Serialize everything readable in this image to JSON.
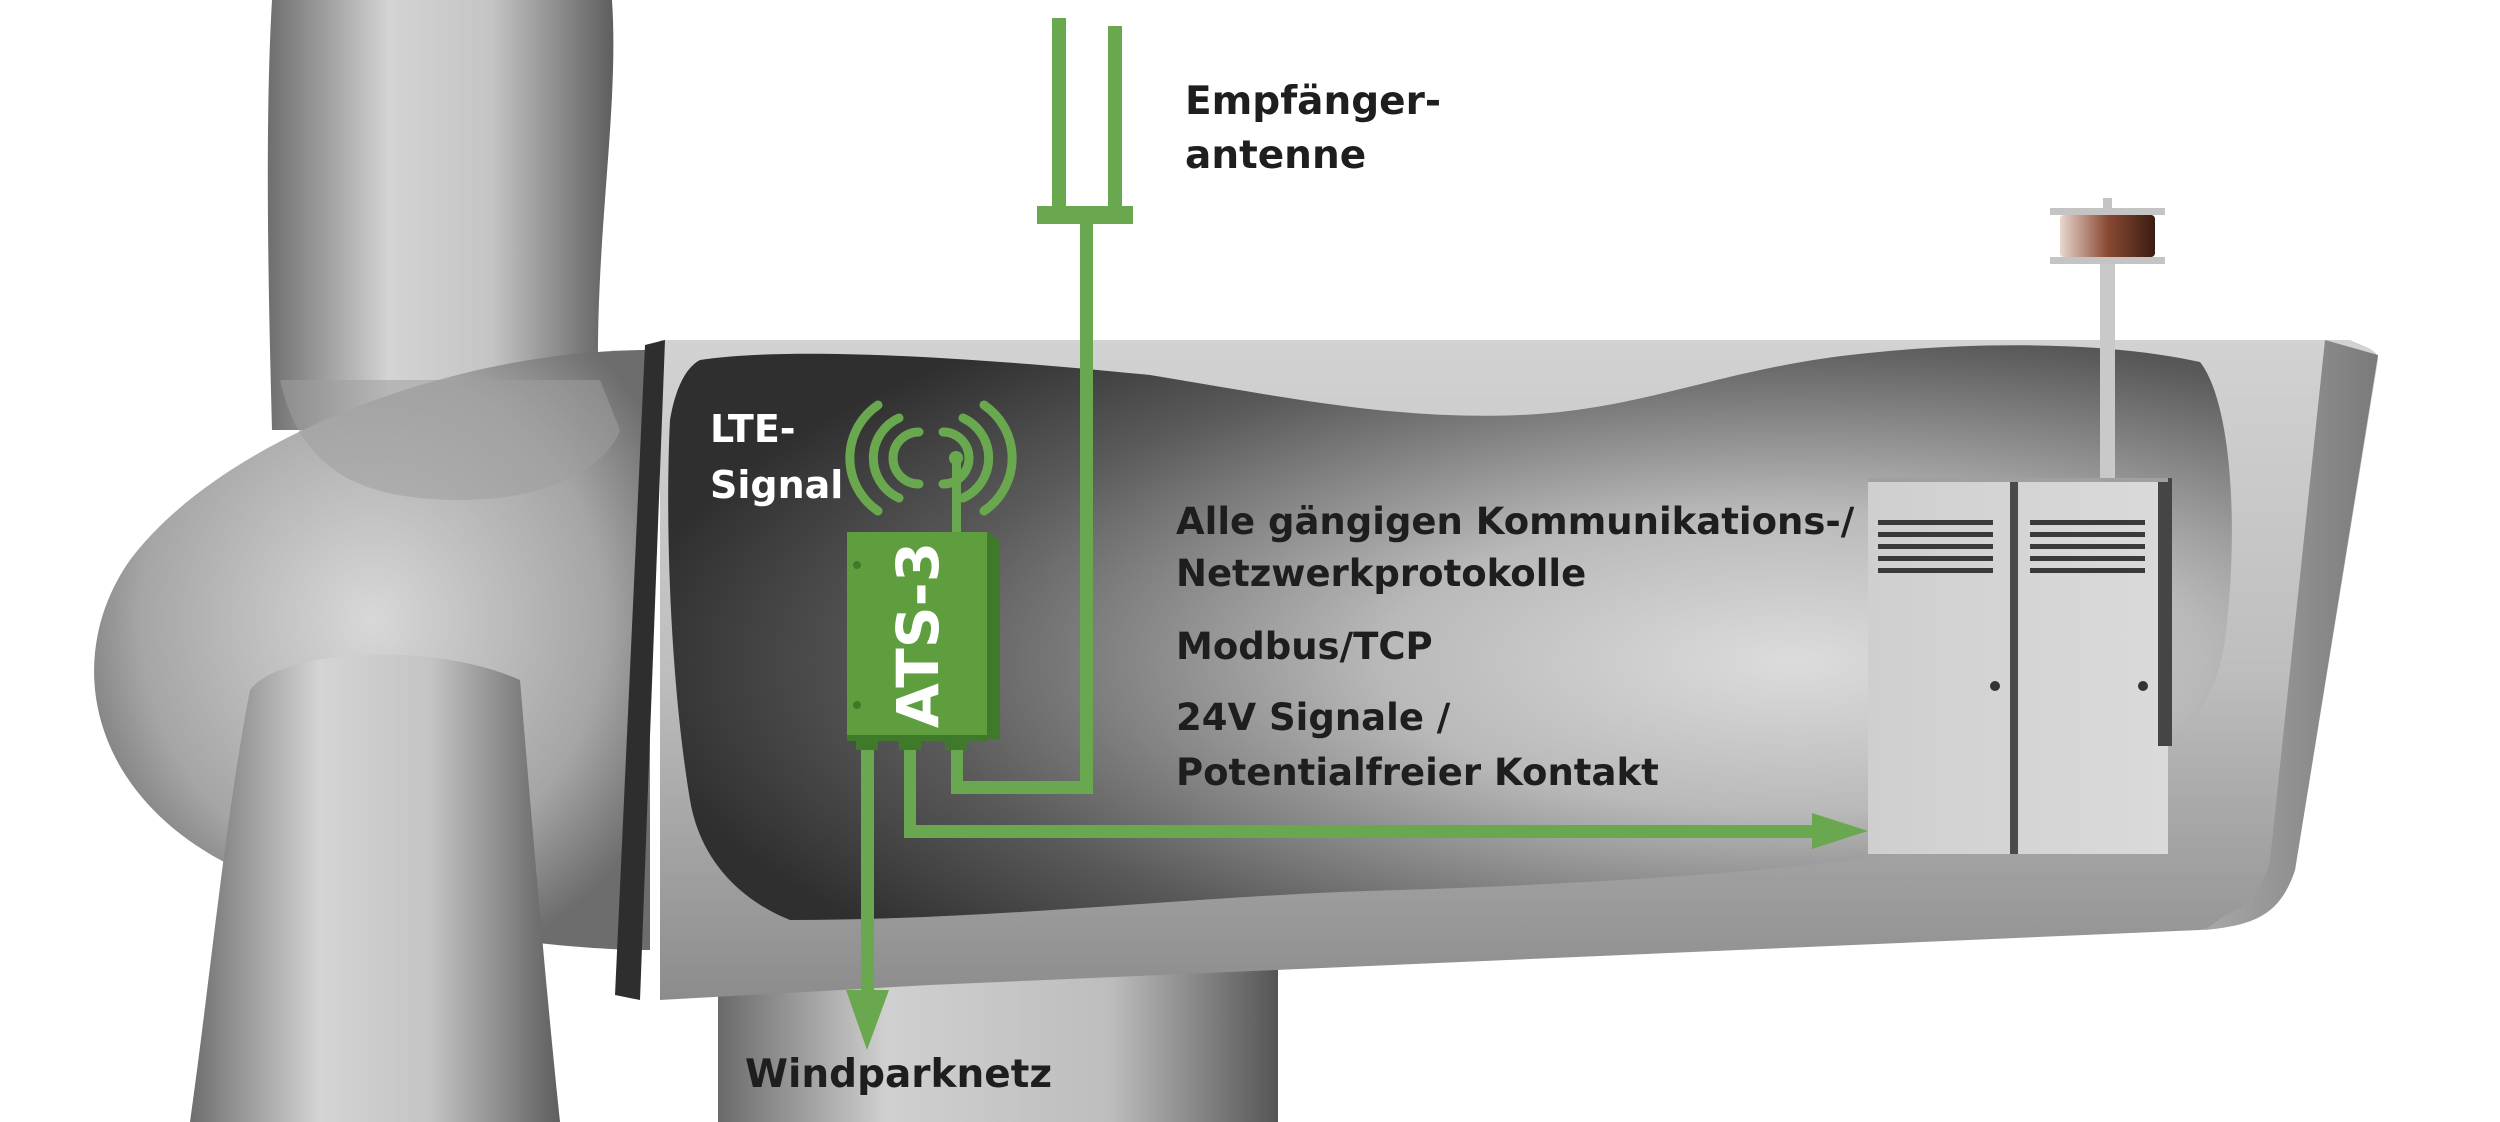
{
  "labels": {
    "receiver_antenna_line1": "Empfänger-",
    "receiver_antenna_line2": "antenne",
    "lte_line1": "LTE-",
    "lte_line2": "Signal",
    "device": "ATS-3",
    "protocols_line1": "Alle gängigen Kommunikations-/",
    "protocols_line2": "Netzwerkprotokolle",
    "modbus": "Modbus/TCP",
    "signals_line1": "24V Signale /",
    "signals_line2": "Potentialfreier Kontakt",
    "windpark": "Windparknetz"
  },
  "colors": {
    "accent_green": "#6aa84f",
    "device_green": "#5f9e3f",
    "text_dark": "#1e1e1e",
    "nacelle_gray": "#bdbdbd",
    "interior_dark": "#3a3a3a",
    "blade_gray": "#9a9a9a"
  }
}
